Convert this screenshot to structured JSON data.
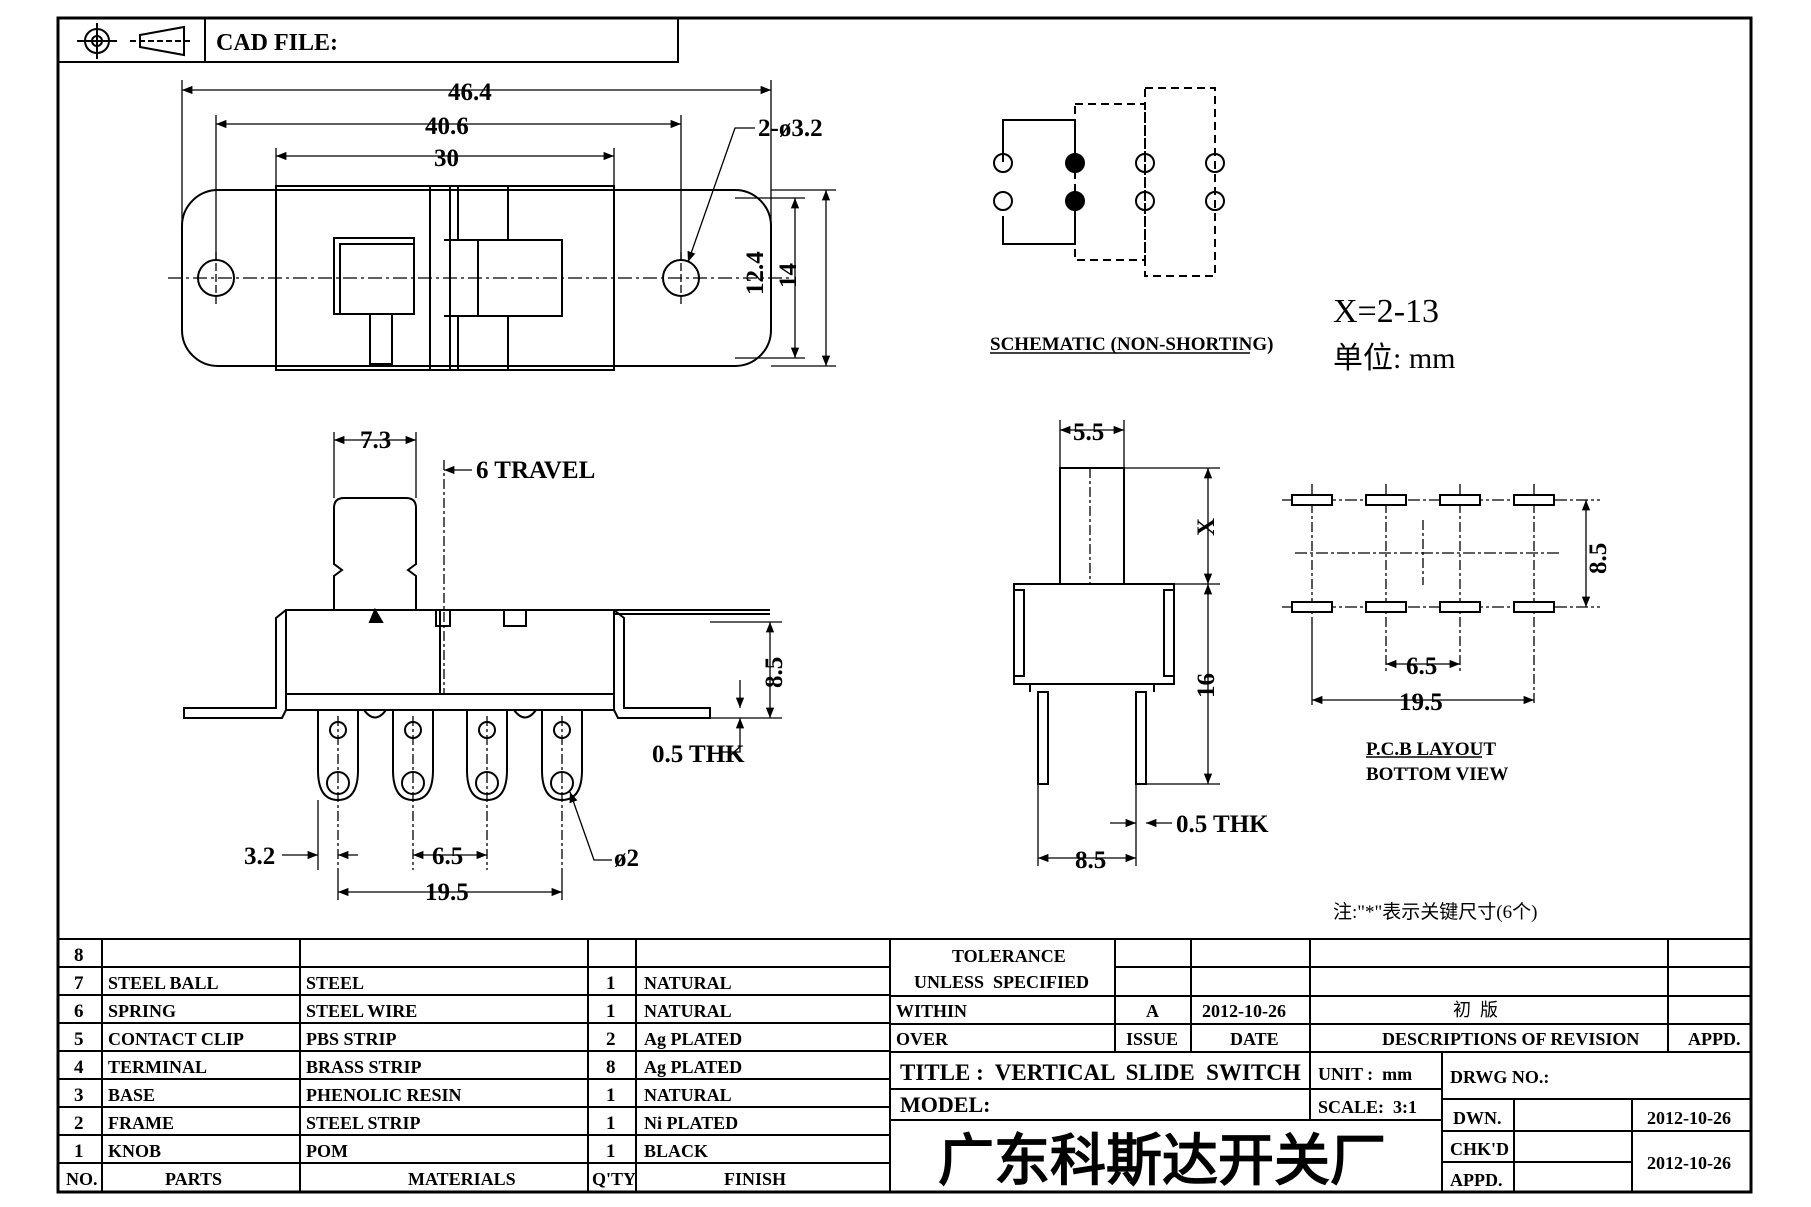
{
  "header": {
    "cad_file_label": "CAD FILE:"
  },
  "top_view": {
    "dim_overall": "46.4",
    "dim_mount_pitch": "40.6",
    "dim_body": "30",
    "dim_holes": "2-ø3.2",
    "dim_height_inner": "12.4",
    "dim_height_outer": "14"
  },
  "schematic": {
    "title": "SCHEMATIC (NON-SHORTING)"
  },
  "notes": {
    "x_range": "X=2-13",
    "unit": "单位: mm",
    "key_dims": "注:\"*\"表示关键尺寸(6个)"
  },
  "side_view": {
    "dim_knob": "7.3",
    "travel": "6 TRAVEL",
    "dim_height": "8.5",
    "thickness": "0.5 THK",
    "dim_pin": "3.2",
    "dim_pitch": "6.5",
    "dim_total": "19.5",
    "dim_hole": "ø2"
  },
  "end_view": {
    "dim_knob_width": "5.5",
    "dim_x": "X",
    "dim_height": "16",
    "thickness": "0.5 THK",
    "dim_width": "8.5"
  },
  "pcb": {
    "dim_row": "8.5",
    "dim_pitch": "6.5",
    "dim_total": "19.5",
    "title": "P.C.B LAYOUT",
    "subtitle": "BOTTOM VIEW"
  },
  "bom": {
    "rows": [
      {
        "no": "8",
        "part": "",
        "material": "",
        "qty": "",
        "finish": ""
      },
      {
        "no": "7",
        "part": "STEEL BALL",
        "material": "STEEL",
        "qty": "1",
        "finish": "NATURAL"
      },
      {
        "no": "6",
        "part": "SPRING",
        "material": "STEEL WIRE",
        "qty": "1",
        "finish": "NATURAL"
      },
      {
        "no": "5",
        "part": "CONTACT CLIP",
        "material": "PBS STRIP",
        "qty": "2",
        "finish": "Ag PLATED"
      },
      {
        "no": "4",
        "part": "TERMINAL",
        "material": "BRASS STRIP",
        "qty": "8",
        "finish": "Ag PLATED"
      },
      {
        "no": "3",
        "part": "BASE",
        "material": "PHENOLIC RESIN",
        "qty": "1",
        "finish": "NATURAL"
      },
      {
        "no": "2",
        "part": "FRAME",
        "material": "STEEL STRIP",
        "qty": "1",
        "finish": "Ni PLATED"
      },
      {
        "no": "1",
        "part": "KNOB",
        "material": "POM",
        "qty": "1",
        "finish": "BLACK"
      }
    ],
    "headers": {
      "no": "NO.",
      "parts": "PARTS",
      "materials": "MATERIALS",
      "qty": "Q'TY",
      "finish": "FINISH"
    }
  },
  "title_block": {
    "tolerance": "TOLERANCE",
    "unless": "UNLESS  SPECIFIED",
    "within": "WITHIN",
    "over": "OVER",
    "issue_value": "A",
    "issue_date": "2012-10-26",
    "revision_desc": "初  版",
    "issue_label": "ISSUE",
    "date_label": "DATE",
    "desc_label": "DESCRIPTIONS OF REVISION",
    "appd_label": "APPD.",
    "title": "TITLE :  VERTICAL  SLIDE  SWITCH",
    "unit": "UNIT :  mm",
    "drwg_no": "DRWG NO.:",
    "model": "MODEL:",
    "scale": "SCALE:  3:1",
    "dwn_label": "DWN.",
    "dwn_date": "2012-10-26",
    "chkd_label": "CHK'D",
    "chkd_date": "2012-10-26",
    "appd2_label": "APPD.",
    "company": "广东科斯达开关厂"
  }
}
